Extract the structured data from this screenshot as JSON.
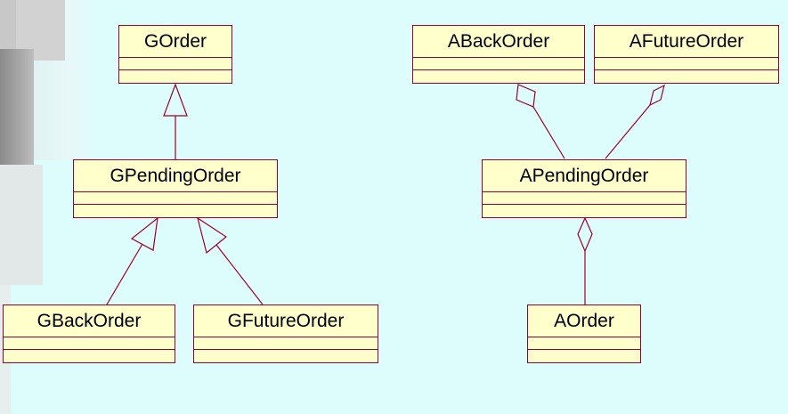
{
  "colors": {
    "background": "#DDFCFC",
    "class_fill": "#FFFFCC",
    "class_border": "#990033",
    "line": "#990033"
  },
  "classes": {
    "gorder": "GOrder",
    "gpendingorder": "GPendingOrder",
    "gbackorder": "GBackOrder",
    "gfutureorder": "GFutureOrder",
    "abackorder": "ABackOrder",
    "afutureorder": "AFutureOrder",
    "apendingorder": "APendingOrder",
    "aorder": "AOrder"
  },
  "relationships": [
    {
      "type": "generalization",
      "from": "GPendingOrder",
      "to": "GOrder"
    },
    {
      "type": "generalization",
      "from": "GBackOrder",
      "to": "GPendingOrder"
    },
    {
      "type": "generalization",
      "from": "GFutureOrder",
      "to": "GPendingOrder"
    },
    {
      "type": "aggregation",
      "whole": "ABackOrder",
      "part": "APendingOrder"
    },
    {
      "type": "aggregation",
      "whole": "AFutureOrder",
      "part": "APendingOrder"
    },
    {
      "type": "aggregation",
      "whole": "APendingOrder",
      "part": "AOrder"
    }
  ]
}
